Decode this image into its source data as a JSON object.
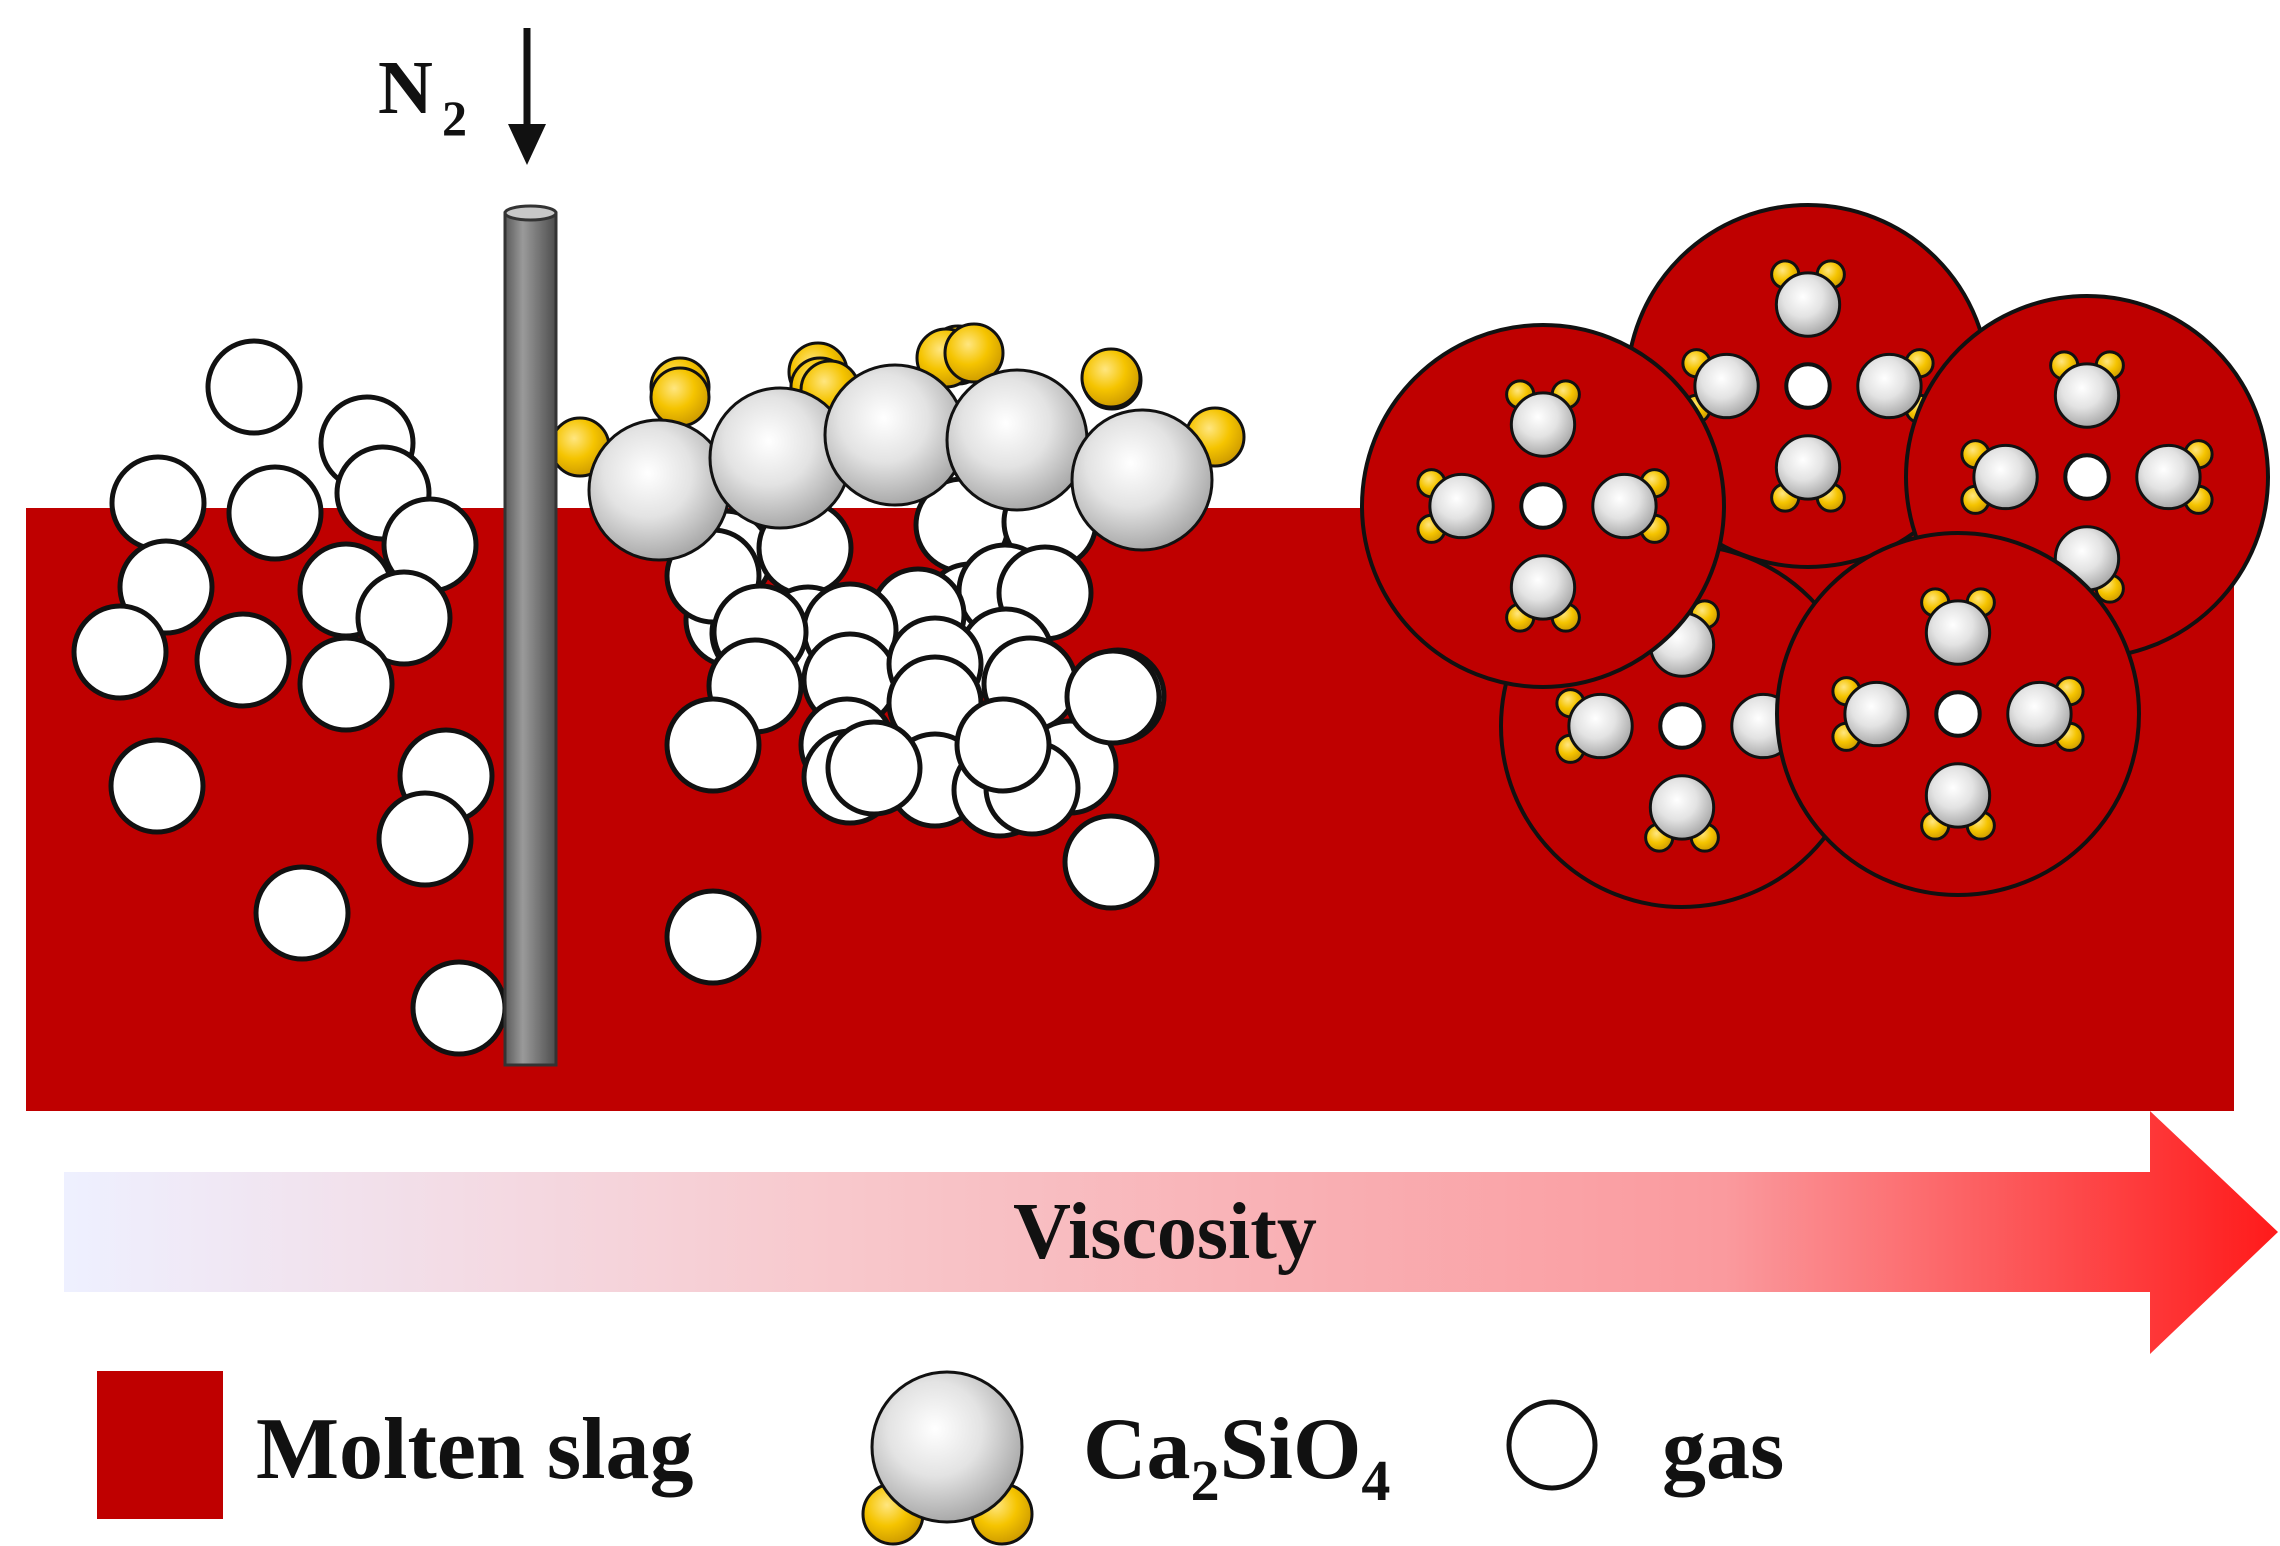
{
  "labels": {
    "gas_name": "N",
    "gas_subscript": "2",
    "axis_label": "Viscosity"
  },
  "legend": {
    "molten_slag": "Molten slag",
    "ca2sio4_main": "Ca",
    "ca2sio4_sub1": "2",
    "ca2sio4_mid": "SiO",
    "ca2sio4_sub2": "4",
    "gas": "gas"
  },
  "colors": {
    "molten_slag": "#bf0000",
    "ca2sio4_body": "#d9d9d9",
    "ca2sio4_knob": "#f2c200",
    "gas_bubble": "#ffffff",
    "lance": "#7f7f7f",
    "viscosity_arrow_start": "#eef0ff",
    "viscosity_arrow_end": "#ff1a1a"
  }
}
